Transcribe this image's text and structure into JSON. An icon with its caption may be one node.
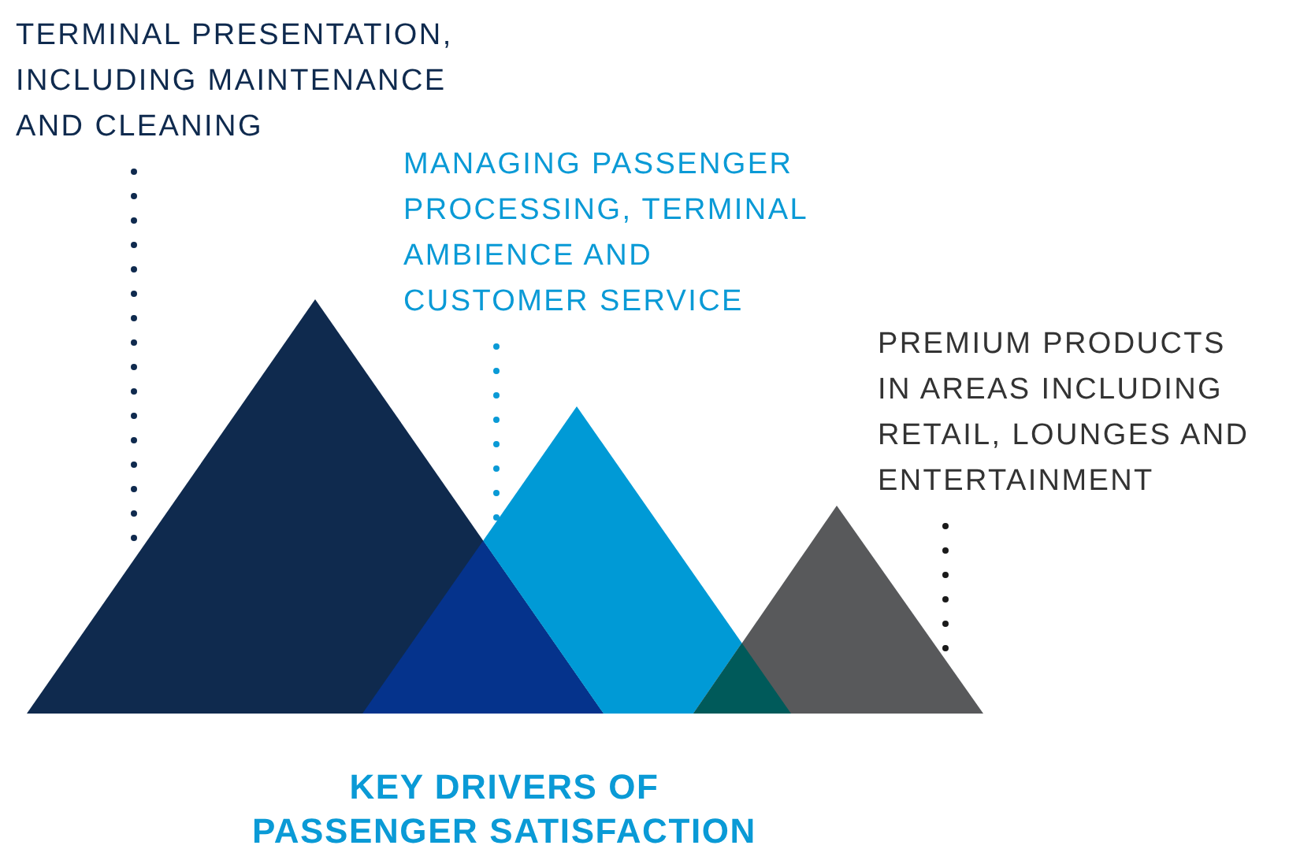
{
  "diagram": {
    "caption": "KEY DRIVERS OF PASSENGER SATISFACTION",
    "nodes": [
      {
        "text": [
          "TERMINAL PRESENTATION, INCLUDING MAINTENANCE AND CLEANING"
        ]
      },
      {
        "text": [
          "MANAGING PASSENGER PROCESSING, TERMINAL AMBIENCE AND CUSTOMER SERVICE"
        ]
      },
      {
        "text": [
          "PREMIUM PRODUCTS IN AREAS INCLUDING RETAIL, LOUNGES AND ENTERTAINMENT"
        ]
      },
      {
        "text": [],
        "shape": "triangle"
      },
      {
        "text": [],
        "shape": "triangle"
      },
      {
        "text": [],
        "shape": "triangle"
      }
    ],
    "edges": [
      {
        "from": 0,
        "to": 3,
        "arrow": "none",
        "style": "dashed",
        "color": "#0f2a4e"
      },
      {
        "from": 1,
        "to": 4,
        "arrow": "none",
        "style": "dashed",
        "color": "#0a9ad6"
      },
      {
        "from": 2,
        "to": 5,
        "arrow": "none",
        "style": "dashed",
        "color": "#1a1a1a"
      }
    ]
  }
}
